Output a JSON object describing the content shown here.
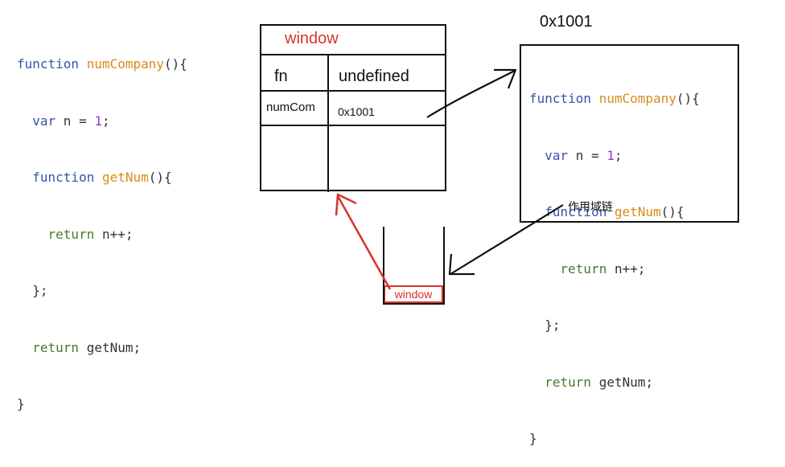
{
  "left_code": {
    "l1": {
      "kw": "function ",
      "fn": "numCompany",
      "rest": "(){"
    },
    "l2": {
      "indent": "  ",
      "kw": "var",
      "mid": " n = ",
      "num": "1",
      "end": ";"
    },
    "l3": {
      "indent": "  ",
      "kw": "function ",
      "fn": "getNum",
      "rest": "(){"
    },
    "l4": {
      "indent": "    ",
      "kw": "return",
      "rest": " n++;"
    },
    "l5": {
      "text": "  };"
    },
    "l6": {
      "indent": "  ",
      "kw": "return",
      "rest": " getNum;"
    },
    "l7": {
      "text": "}"
    }
  },
  "window_table": {
    "title": "window",
    "row1": {
      "key": "fn",
      "value": "undefined"
    },
    "row2": {
      "key": "numCom",
      "value": "0x1001"
    }
  },
  "heap": {
    "address": "0x1001",
    "code": {
      "l1": {
        "kw": "function ",
        "fn": "numCompany",
        "rest": "(){"
      },
      "l2": {
        "indent": "  ",
        "kw": "var",
        "mid": " n = ",
        "num": "1",
        "end": ";"
      },
      "l3": {
        "indent": "  ",
        "kw": "function ",
        "fn": "getNum",
        "rest": "(){"
      },
      "l4": {
        "indent": "    ",
        "kw": "return",
        "rest": " n++;"
      },
      "l5": {
        "text": "  };"
      },
      "l6": {
        "indent": "  ",
        "kw": "return",
        "rest": " getNum;"
      },
      "l7": {
        "text": "}"
      }
    },
    "scope_chain_label": "作用域链"
  },
  "stack": {
    "frame_label": "window"
  },
  "colors": {
    "accent_red": "#d9332b",
    "keyword": "#3355aa",
    "function_name": "#d98a1a",
    "number": "#9933cc",
    "return": "#4a7a28",
    "line": "#111111"
  }
}
